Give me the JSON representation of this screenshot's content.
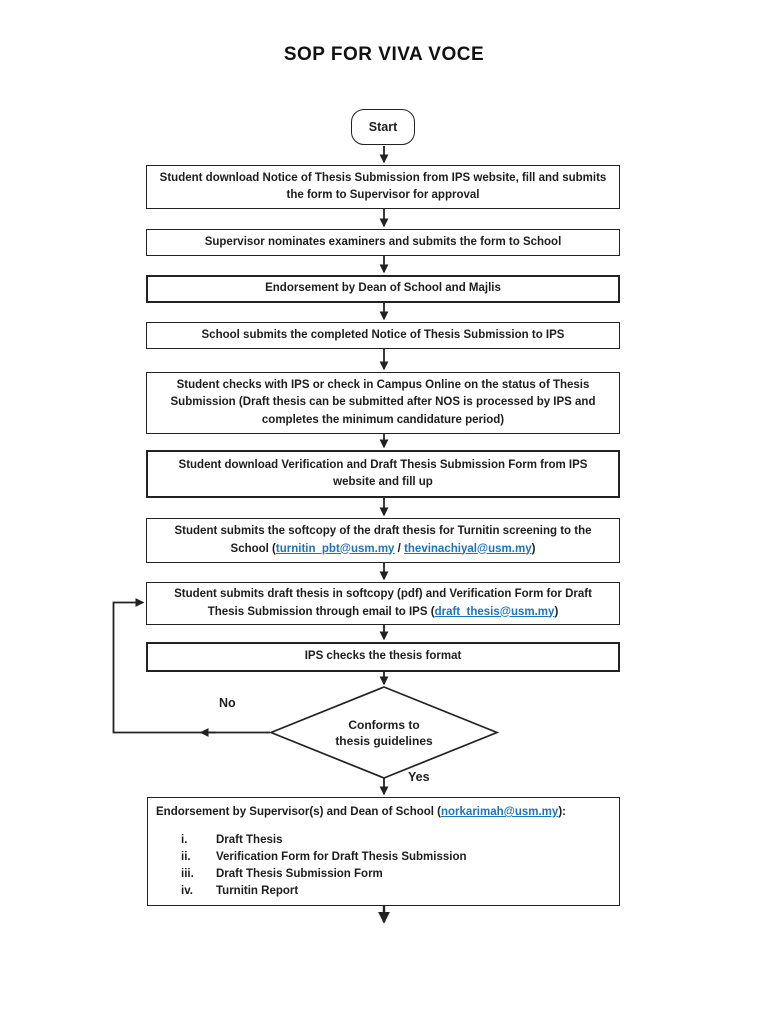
{
  "title": "SOP FOR VIVA VOCE",
  "flow": {
    "start_label": "Start",
    "boxes": {
      "b1": "Student download Notice of Thesis Submission from IPS website, fill and submits the form to Supervisor for approval",
      "b2": "Supervisor nominates examiners and submits the form to School",
      "b3": "Endorsement by Dean of School and Majlis",
      "b4": "School submits the completed Notice of Thesis Submission to IPS",
      "b5": "Student checks with IPS or check in Campus Online on the status of Thesis Submission (Draft thesis can be submitted after NOS is processed by IPS and completes the minimum candidature period)",
      "b6": "Student download Verification and Draft Thesis Submission Form from IPS website and fill up",
      "b7_pre": "Student submits the softcopy of the draft thesis for Turnitin screening to the School (",
      "b7_email1": "turnitin_pbt@usm.my",
      "b7_sep": " / ",
      "b7_email2": "thevinachiyal@usm.my",
      "b7_post": ")",
      "b8_pre": "Student submits draft thesis in softcopy (pdf) and Verification Form for Draft Thesis Submission through email to IPS (",
      "b8_email": "draft_thesis@usm.my",
      "b8_post": ")",
      "b9": "IPS checks the thesis format"
    },
    "decision": {
      "line1": "Conforms to",
      "line2": "thesis guidelines",
      "no_label": "No",
      "yes_label": "Yes"
    },
    "endorsement": {
      "pre": "Endorsement by Supervisor(s) and Dean of School (",
      "email": "norkarimah@usm.my",
      "post": "):",
      "items": [
        {
          "num": "i.",
          "label": "Draft Thesis"
        },
        {
          "num": "ii.",
          "label": "Verification Form for Draft Thesis Submission"
        },
        {
          "num": "iii.",
          "label": "Draft Thesis Submission Form"
        },
        {
          "num": "iv.",
          "label": "Turnitin Report"
        }
      ]
    }
  },
  "colors": {
    "link_blue": "#1f73b8",
    "line_black": "#222222",
    "page_background": "#ffffff"
  }
}
